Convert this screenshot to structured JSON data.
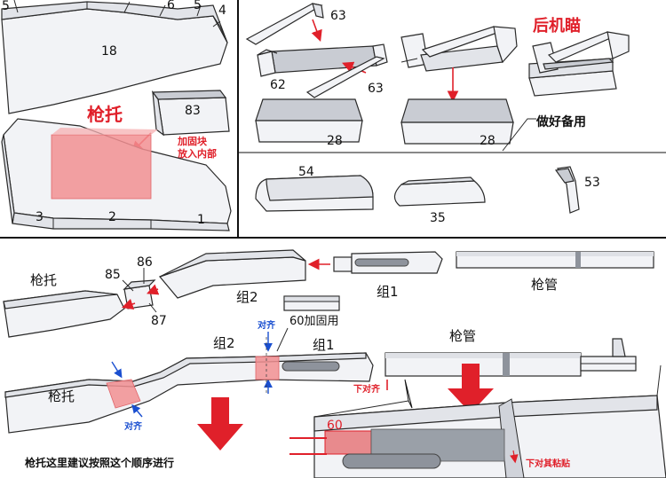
{
  "labels": {
    "p5": "5",
    "p6": "6",
    "p5b": "5",
    "p4": "4",
    "p18": "18",
    "qiangtuo_big": "枪托",
    "p83": "83",
    "add_block": "加固块",
    "into_inside": "放入内部",
    "p3": "3",
    "p2": "2",
    "p1": "1",
    "p63a": "63",
    "p62": "62",
    "p63b": "63",
    "rear_sight": "后机瞄",
    "p28a": "28",
    "p28b": "28",
    "prepare": "做好备用",
    "p54": "54",
    "p35": "35",
    "p53": "53",
    "stock_a": "枪托",
    "p85": "85",
    "p86": "86",
    "p87": "87",
    "group2_a": "组2",
    "group1_a": "组1",
    "barrel_a": "枪管",
    "p60_reinforce": "60加固用",
    "align_top": "对齐",
    "group2_b": "组2",
    "group1_b": "组1",
    "barrel_b": "枪管",
    "stock_b": "枪托",
    "align_bottom": "对齐",
    "align_down": "下对齐",
    "p60": "60",
    "align_down_paste": "下对其粘贴",
    "order_note": "枪托这里建议按照这个顺序进行"
  },
  "colors": {
    "accent_red": "#e0202a",
    "align_blue": "#1a4fd0",
    "highlight_pink": "#f28f92"
  }
}
